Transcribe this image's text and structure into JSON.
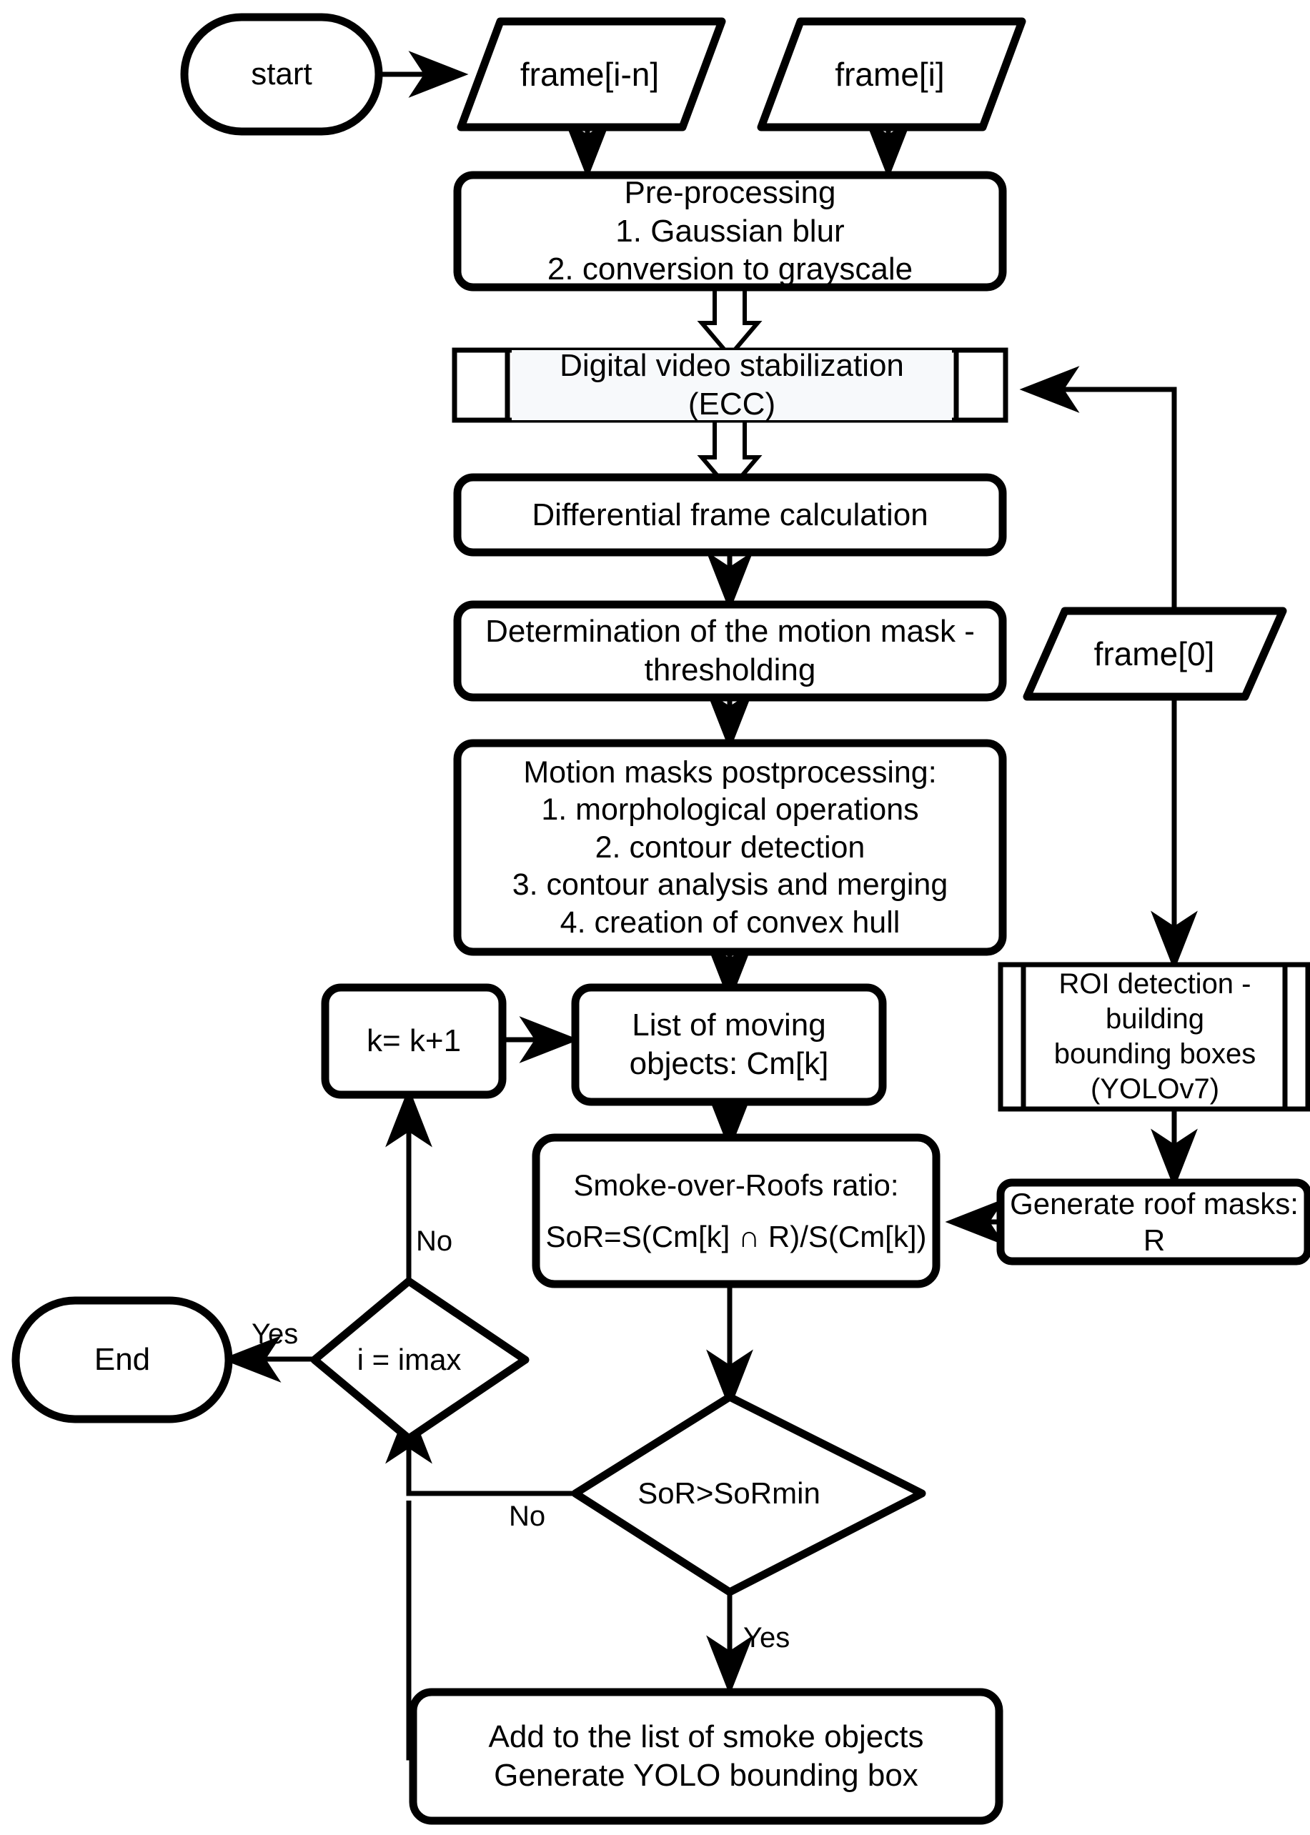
{
  "diagram": {
    "title": "Smoke detection over roofs flowchart",
    "colors": {
      "stroke": "#000000",
      "fill": "#ffffff",
      "text": "#000000",
      "highlight": "#f7f9fb"
    },
    "nodes": [
      {
        "id": "start",
        "type": "terminator",
        "label": "start"
      },
      {
        "id": "frame_in",
        "type": "data",
        "label": "frame[i-n]"
      },
      {
        "id": "frame_i",
        "type": "data",
        "label": "frame[i]"
      },
      {
        "id": "preprocessing",
        "type": "process",
        "label": "Pre-processing\n1. Gaussian blur\n2. conversion to grayscale"
      },
      {
        "id": "stabilization",
        "type": "predefined-process",
        "label": "Digital video stabilization (ECC)"
      },
      {
        "id": "diff_frame",
        "type": "process",
        "label": "Differential frame calculation"
      },
      {
        "id": "motion_mask",
        "type": "process",
        "label": "Determination of the motion mask - thresholding"
      },
      {
        "id": "postprocess",
        "type": "process",
        "label": "Motion masks postprocessing:\n1. morphological operations\n2. contour detection\n3. contour analysis and merging\n4. creation of convex hull"
      },
      {
        "id": "frame_zero",
        "type": "data",
        "label": "frame[0]"
      },
      {
        "id": "roi_detect",
        "type": "predefined-process",
        "label": "ROI detection -\nbuilding\nbounding boxes\n(YOLOv7)"
      },
      {
        "id": "k_increment",
        "type": "process",
        "label": "k= k+1"
      },
      {
        "id": "moving_list",
        "type": "process",
        "label": "List of moving\nobjects: Cm[k]"
      },
      {
        "id": "roof_masks",
        "type": "process",
        "label": "Generate roof masks:\nR"
      },
      {
        "id": "sor_ratio",
        "type": "process",
        "label": "Smoke-over-Roofs ratio:\nSoR=S(Cm[k] ∩ R)/S(Cm[k])"
      },
      {
        "id": "end",
        "type": "terminator",
        "label": "End"
      },
      {
        "id": "imax_check",
        "type": "decision",
        "label": "i = imax"
      },
      {
        "id": "sor_check",
        "type": "decision",
        "label": "SoR>SoRmin"
      },
      {
        "id": "add_smoke",
        "type": "process",
        "label": "Add to the list of smoke objects\nGenerate YOLO bounding box"
      }
    ],
    "edges": [
      {
        "from": "start",
        "to": "frame_in",
        "label": ""
      },
      {
        "from": "frame_in",
        "to": "frame_i",
        "label": ""
      },
      {
        "from": "frame_in",
        "to": "preprocessing",
        "label": ""
      },
      {
        "from": "frame_i",
        "to": "preprocessing",
        "label": ""
      },
      {
        "from": "preprocessing",
        "to": "stabilization",
        "label": ""
      },
      {
        "from": "stabilization",
        "to": "diff_frame",
        "label": ""
      },
      {
        "from": "diff_frame",
        "to": "motion_mask",
        "label": ""
      },
      {
        "from": "motion_mask",
        "to": "postprocess",
        "label": ""
      },
      {
        "from": "postprocess",
        "to": "moving_list",
        "label": ""
      },
      {
        "from": "frame_zero",
        "to": "stabilization",
        "label": ""
      },
      {
        "from": "frame_zero",
        "to": "roi_detect",
        "label": ""
      },
      {
        "from": "roi_detect",
        "to": "roof_masks",
        "label": ""
      },
      {
        "from": "roof_masks",
        "to": "sor_ratio",
        "label": ""
      },
      {
        "from": "k_increment",
        "to": "moving_list",
        "label": ""
      },
      {
        "from": "moving_list",
        "to": "sor_ratio",
        "label": ""
      },
      {
        "from": "sor_ratio",
        "to": "sor_check",
        "label": ""
      },
      {
        "from": "sor_check",
        "to": "imax_check",
        "label": "No"
      },
      {
        "from": "sor_check",
        "to": "add_smoke",
        "label": "Yes"
      },
      {
        "from": "add_smoke",
        "to": "imax_check",
        "label": ""
      },
      {
        "from": "imax_check",
        "to": "end",
        "label": "Yes"
      },
      {
        "from": "imax_check",
        "to": "k_increment",
        "label": "No"
      }
    ],
    "edge_labels": {
      "imax_yes": "Yes",
      "imax_no": "No",
      "sor_no": "No",
      "sor_yes": "Yes"
    }
  }
}
